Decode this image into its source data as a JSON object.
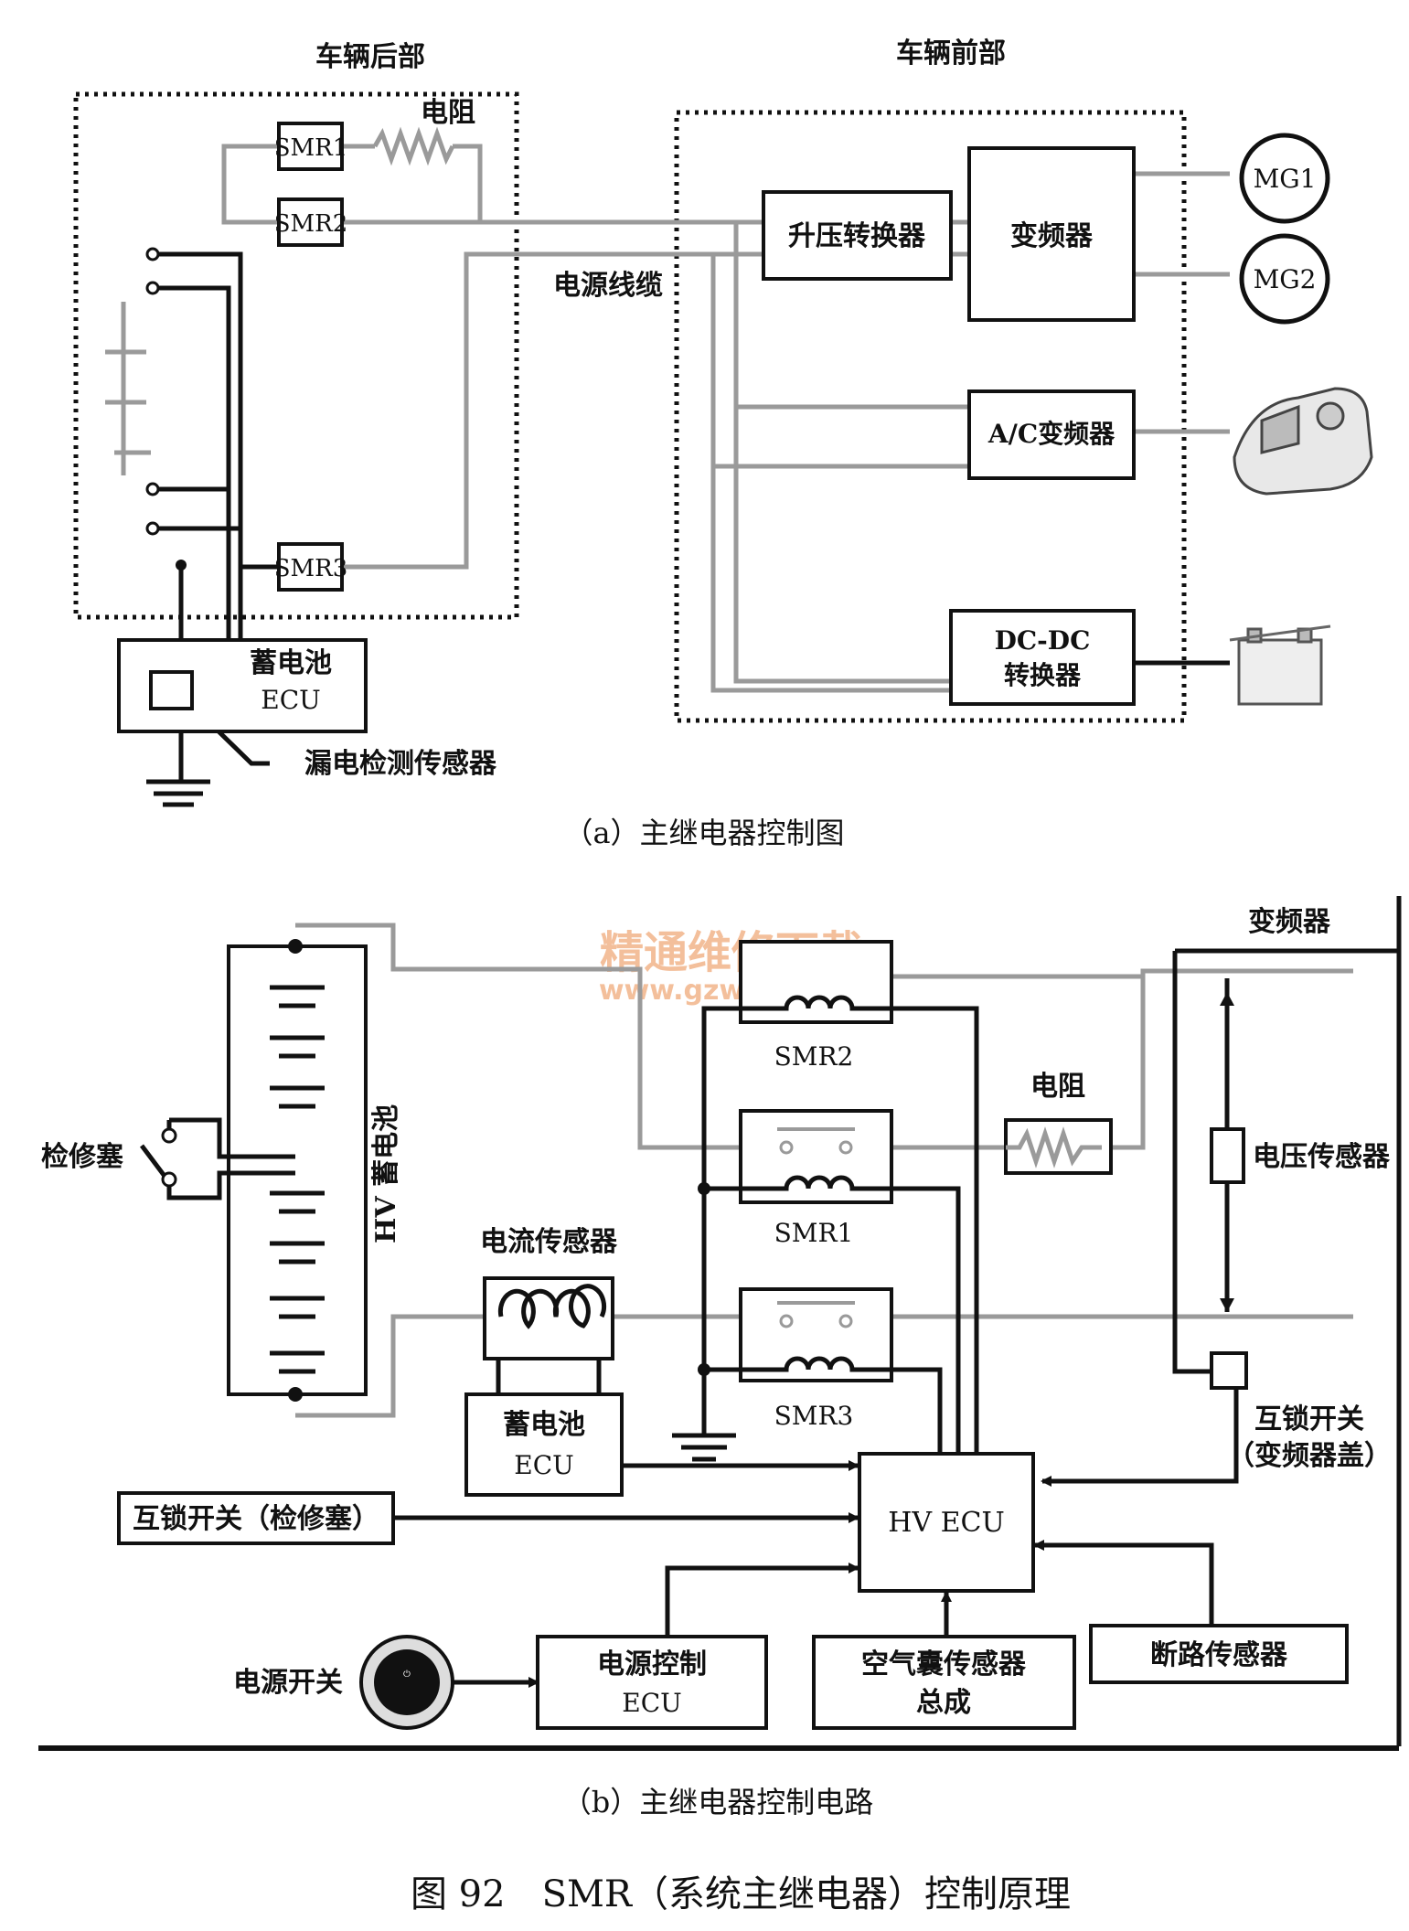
{
  "diagram_a": {
    "rear_region_label": "车辆后部",
    "front_region_label": "车辆前部",
    "smr1": "SMR1",
    "smr2": "SMR2",
    "smr3": "SMR3",
    "resistor": "电阻",
    "power_cable": "电源线缆",
    "boost_converter": "升压转换器",
    "inverter": "变频器",
    "mg1": "MG1",
    "mg2": "MG2",
    "ac_inverter": "A/C变频器",
    "dcdc_line1": "DC-DC",
    "dcdc_line2": "转换器",
    "battery_ecu_line1": "蓄电池",
    "battery_ecu_line2": "ECU",
    "leak_sensor": "漏电检测传感器",
    "caption": "（a）主继电器控制图"
  },
  "diagram_b": {
    "inverter_label": "变频器",
    "watermark_cn": "精通维修下载",
    "watermark_url": "www.gzweix.com",
    "smr2": "SMR2",
    "smr1": "SMR1",
    "smr3": "SMR3",
    "resistor": "电阻",
    "voltage_sensor": "电压传感器",
    "service_plug": "检修塞",
    "hv_battery": "HV 蓄电池",
    "current_sensor": "电流传感器",
    "battery_ecu_line1": "蓄电池",
    "battery_ecu_line2": "ECU",
    "interlock_inverter_line1": "互锁开关",
    "interlock_inverter_line2": "（变频器盖）",
    "interlock_plug": "互锁开关（检修塞）",
    "hv_ecu": "HV ECU",
    "power_switch": "电源开关",
    "power_ctrl_line1": "电源控制",
    "power_ctrl_line2": "ECU",
    "airbag_line1": "空气囊传感器",
    "airbag_line2": "总成",
    "breaker_sensor": "断路传感器",
    "caption": "（b）主继电器控制电路"
  },
  "figure_title": "图 92　SMR（系统主继电器）控制原理",
  "colors": {
    "line_dark": "#111111",
    "line_gray": "#9a9a9a",
    "watermark": "#f2b48a"
  }
}
